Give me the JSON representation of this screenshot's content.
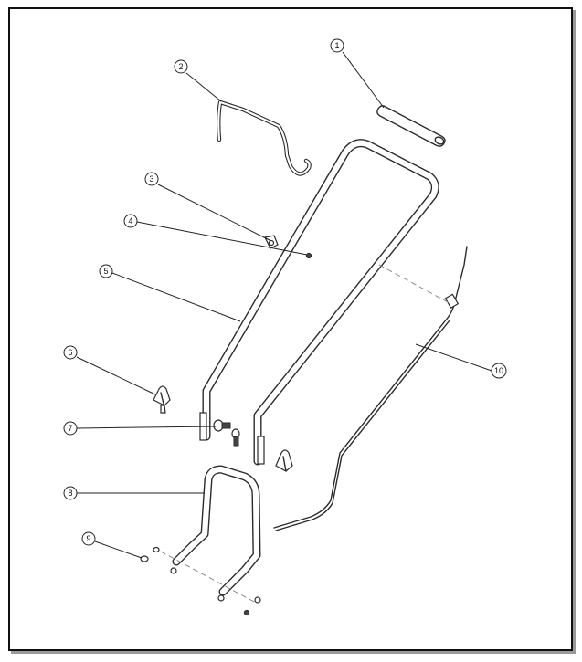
{
  "callouts": [
    {
      "label": "1"
    },
    {
      "label": "2"
    },
    {
      "label": "3"
    },
    {
      "label": "4"
    },
    {
      "label": "5"
    },
    {
      "label": "6"
    },
    {
      "label": "7"
    },
    {
      "label": "8"
    },
    {
      "label": "9"
    },
    {
      "label": "10"
    }
  ],
  "colors": {
    "line": "#2b2b2b",
    "frame": "#111111",
    "frame_shadow": "#9a9a9a",
    "background": "#ffffff"
  }
}
